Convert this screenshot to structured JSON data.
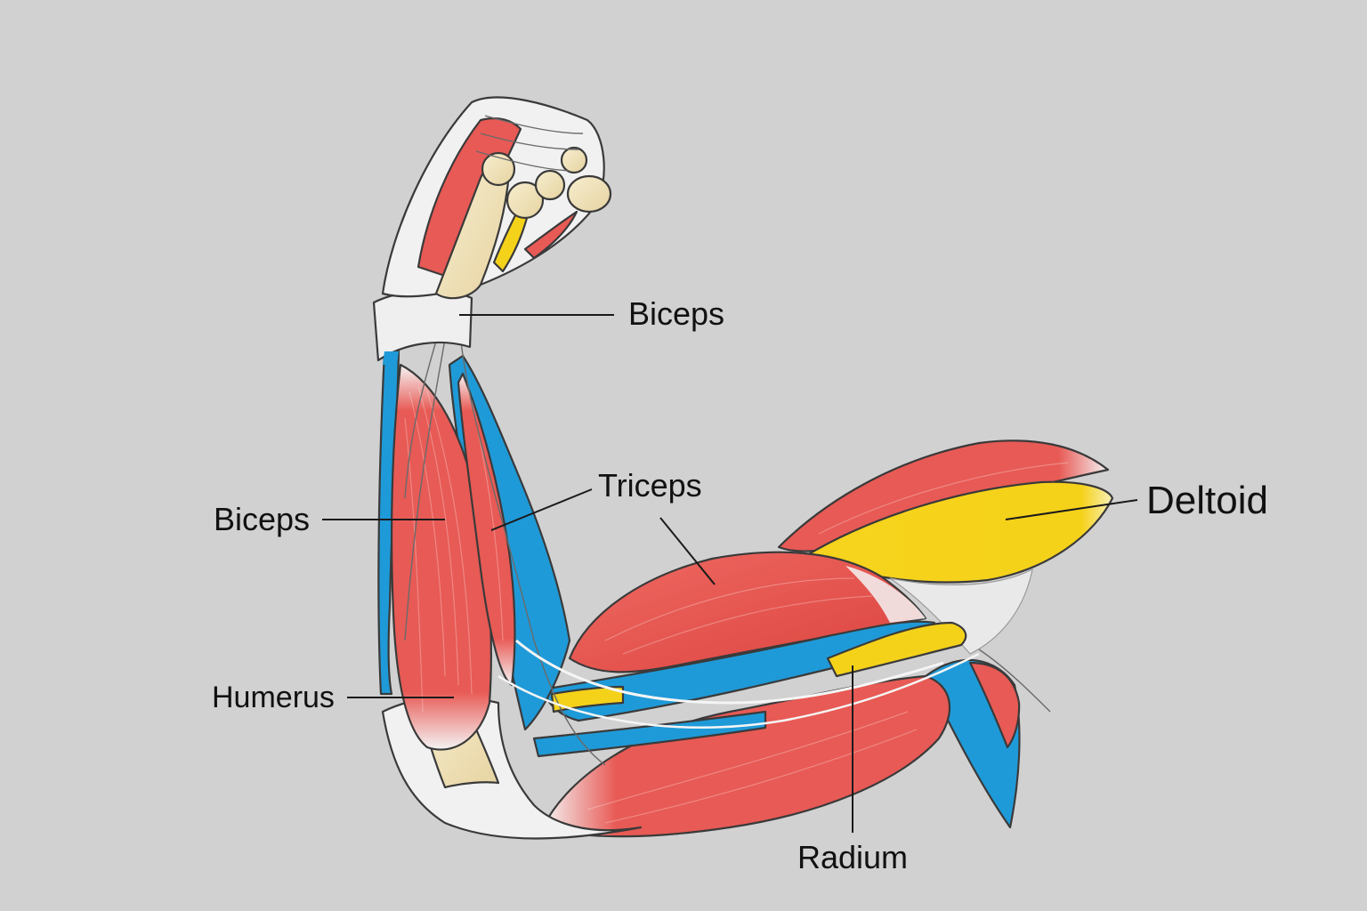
{
  "labels": {
    "biceps_top": "Biceps",
    "biceps_left": "Biceps",
    "triceps": "Triceps",
    "deltoid": "Deltoid",
    "humerus": "Humerus",
    "radium": "Radium"
  },
  "colors": {
    "background": "#d1d1d1",
    "muscle": "#e85a55",
    "nerve_blue": "#1f9ad8",
    "nerve_yellow": "#f5d21a",
    "tendon": "#f2f2f2",
    "bone": "#efe2b4"
  }
}
